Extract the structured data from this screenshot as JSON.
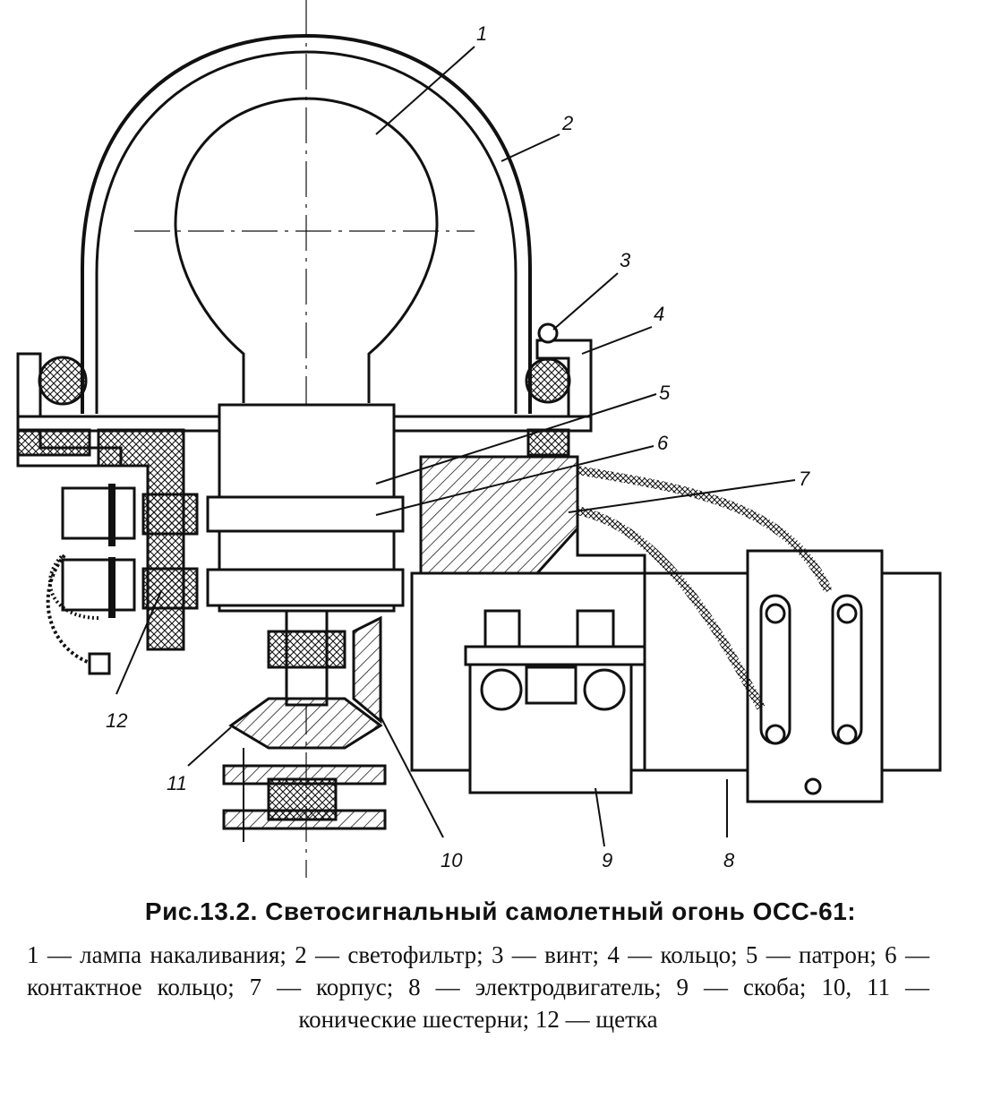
{
  "figure": {
    "title": "Рис.13.2. Светосигнальный самолетный огонь ОСС-61:",
    "legend_text": "1 — лампа накаливания; 2 — светофильтр; 3 — винт; 4 — кольцо; 5 — патрон; 6 — контактное кольцо; 7 — корпус; 8 — электродвигатель; 9 — скоба; 10, 11 — конические шестерни; 12 — щетка"
  },
  "callouts": [
    {
      "id": "1",
      "label": "1"
    },
    {
      "id": "2",
      "label": "2"
    },
    {
      "id": "3",
      "label": "3"
    },
    {
      "id": "4",
      "label": "4"
    },
    {
      "id": "5",
      "label": "5"
    },
    {
      "id": "6",
      "label": "6"
    },
    {
      "id": "7",
      "label": "7"
    },
    {
      "id": "8",
      "label": "8"
    },
    {
      "id": "9",
      "label": "9"
    },
    {
      "id": "10",
      "label": "10"
    },
    {
      "id": "11",
      "label": "11"
    },
    {
      "id": "12",
      "label": "12"
    }
  ]
}
